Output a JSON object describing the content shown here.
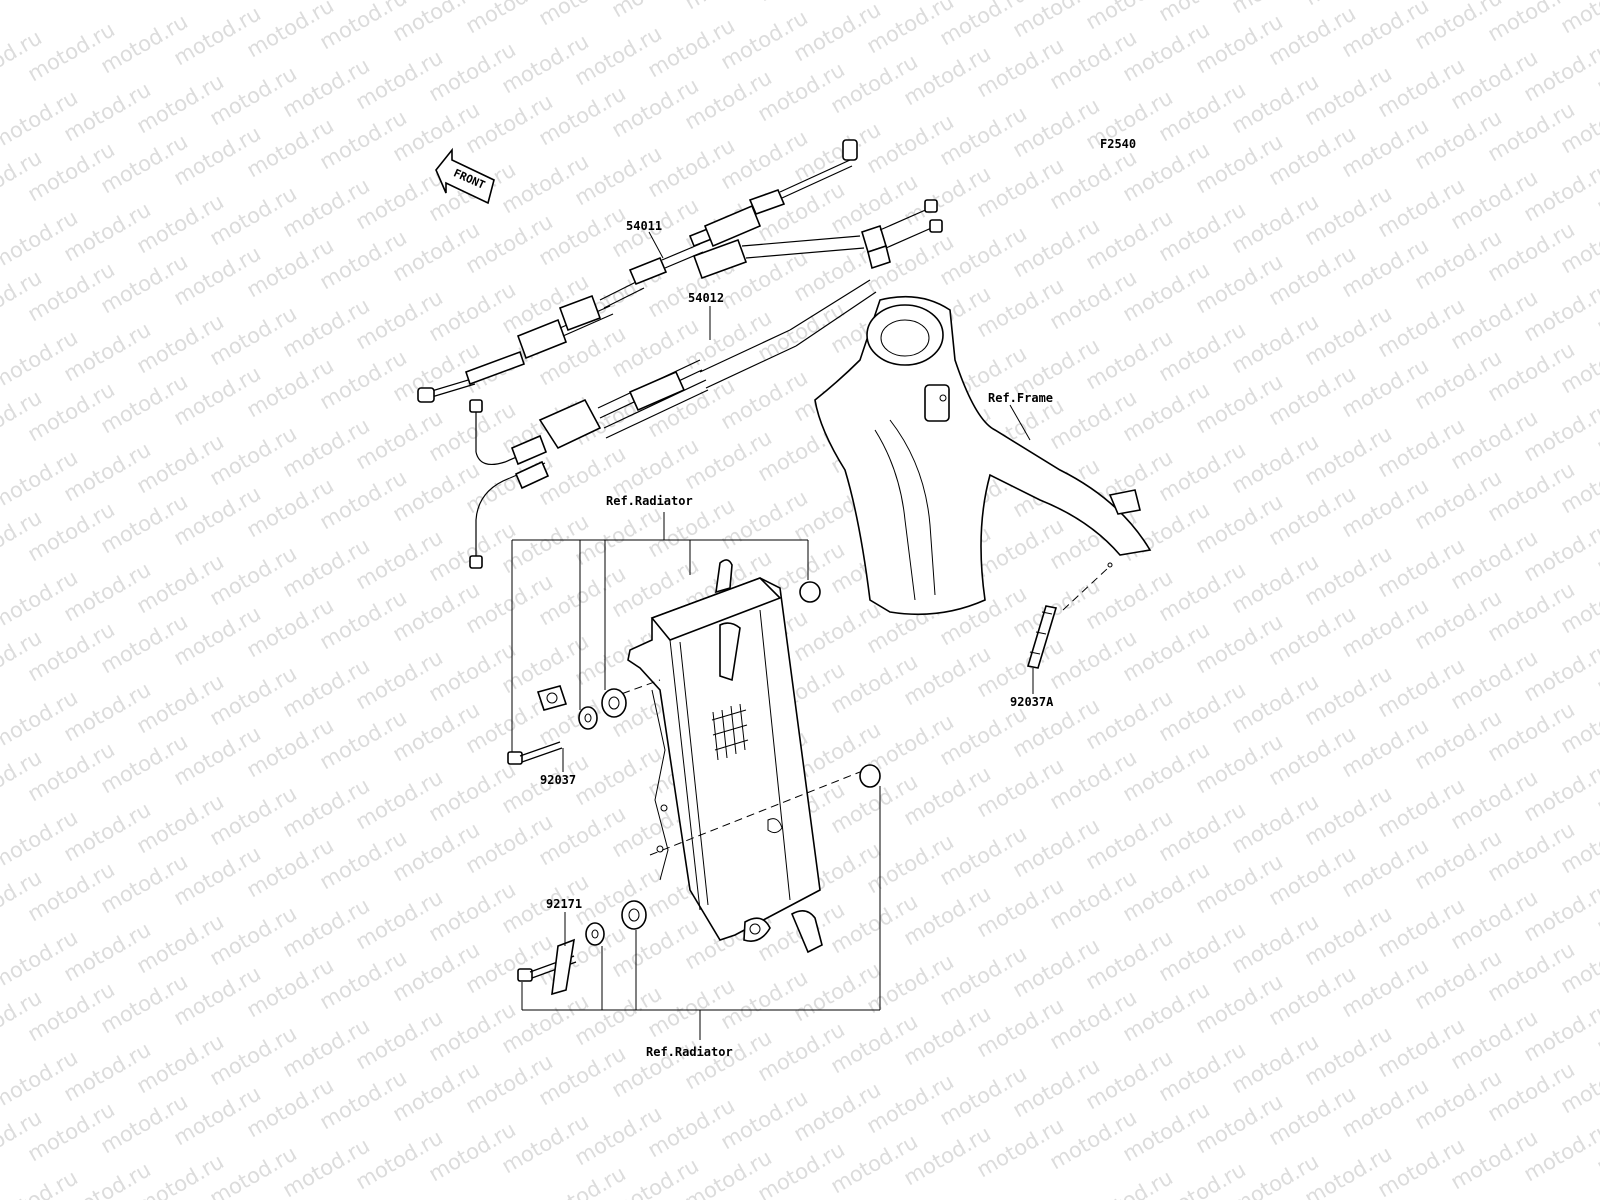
{
  "diagram_code": "F2540",
  "watermark": "motod.ru",
  "front_arrow": "FRONT",
  "labels": {
    "cable_upper": "54011",
    "cable_lower": "54012",
    "ref_radiator_top": "Ref.Radiator",
    "ref_radiator_bottom": "Ref.Radiator",
    "ref_frame": "Ref.Frame",
    "bolt_upper": "92037",
    "bolt_frame": "92037A",
    "clamp_lower": "92171"
  }
}
